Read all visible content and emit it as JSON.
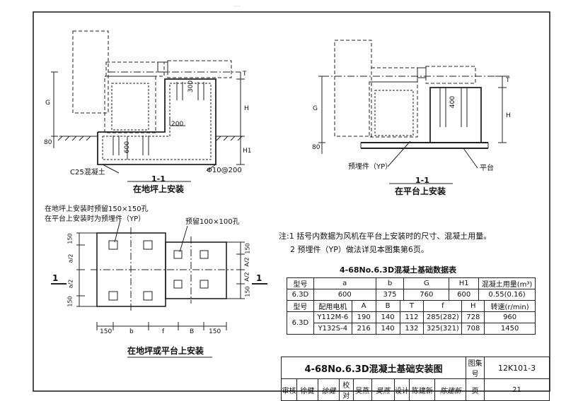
{
  "header_faint": "......",
  "view_left": {
    "section": "1-1",
    "title": "在地坪上安装",
    "concrete": "C25混凝土",
    "rebar": "Φ10@200",
    "dims": {
      "g": "G",
      "h": "H",
      "h1": "H1",
      "t": "T",
      "v80": "80",
      "v300": "300",
      "v600": "600",
      "v200": "200"
    }
  },
  "view_right": {
    "section": "1-1",
    "title": "在平台上安装",
    "embed": "预埋件（YP）",
    "platform": "平台",
    "dims": {
      "g": "G",
      "h": "H",
      "t": "T",
      "v80": "80",
      "v400": "400"
    }
  },
  "plan": {
    "title": "在地坪或平台上安装",
    "note1": "在地坪上安装时预留150×150孔",
    "note2": "在平台上安装时为预埋件（YP）",
    "note3": "预留100×100孔",
    "sec_mark": "1",
    "dims_left": [
      "150",
      "a/2",
      "a/2",
      "150"
    ],
    "dims_right": [
      "150",
      "A/2",
      "A/2",
      "150"
    ],
    "dims_bottom": [
      "150",
      "b",
      "f",
      "B",
      "150"
    ]
  },
  "notes": {
    "n1": "注:1  括号内数据为风机在平台上安装时的尺寸、混凝土用量。",
    "n2": "2  预埋件（YP）做法详见本图集第6页。"
  },
  "table": {
    "title": "4-68No.6.3D混凝土基础数据表",
    "h1": [
      "型号",
      "a",
      "b",
      "G",
      "H1",
      "混凝土用量(m³)"
    ],
    "r1": [
      "6.3D",
      "600",
      "375",
      "760",
      "600",
      "0.55(0.16)"
    ],
    "h2": [
      "型号",
      "配用电机",
      "A",
      "B",
      "T",
      "f",
      "H",
      "转速(r/min)"
    ],
    "model": "6.3D",
    "rows": [
      [
        "Y112M-6",
        "190",
        "140",
        "112",
        "285(282)",
        "728",
        "960"
      ],
      [
        "Y132S-4",
        "216",
        "140",
        "132",
        "325(321)",
        "708",
        "1450"
      ]
    ]
  },
  "title_block": {
    "title": "4-68No.6.3D混凝土基础安装图",
    "atlas_label": "图集号",
    "atlas": "12K101-3",
    "review": "审核",
    "reviewer": "徐健",
    "reviewer_sig": "徐健",
    "check": "校对",
    "checker": "吴燕",
    "checker_sig": "吴燕",
    "design": "设计",
    "designer": "陈建新",
    "designer_sig": "陈建新",
    "page_label": "页",
    "page": "21"
  }
}
